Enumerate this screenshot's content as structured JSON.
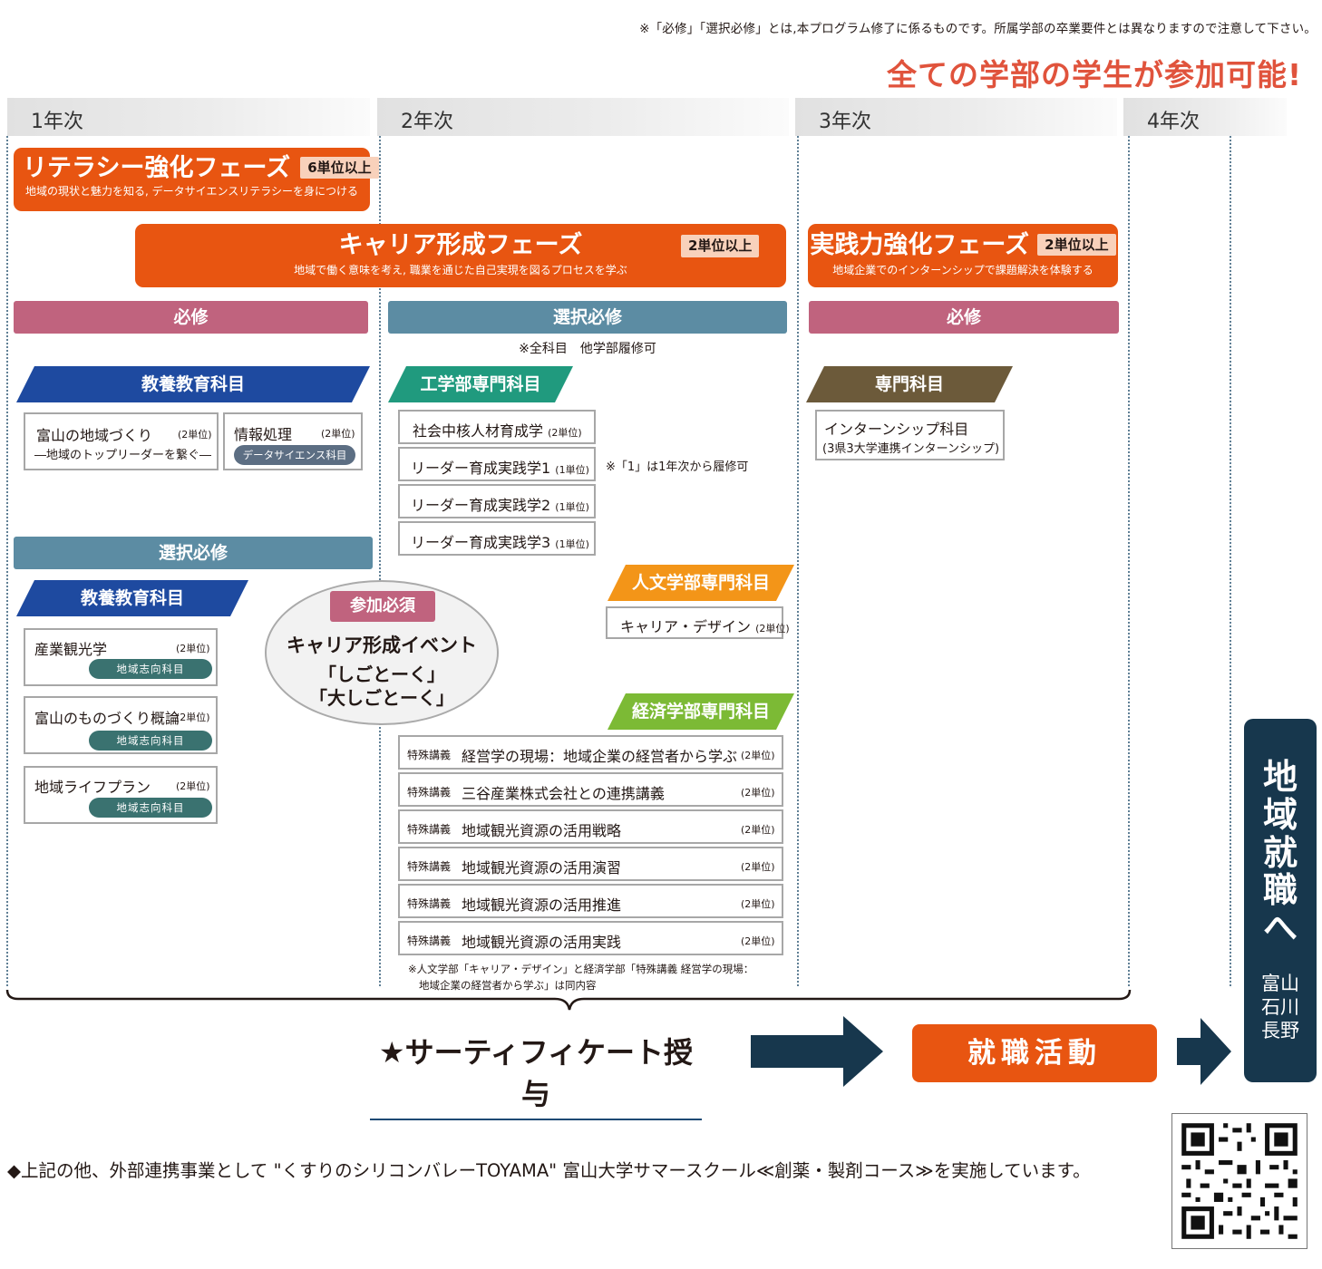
{
  "top_note": "※「必修」「選択必修」とは,本プログラム修了に係るものです。所属学部の卒業要件とは異なりますので注意して下さい。",
  "headline": "全ての学部の学生が参加可能!",
  "years": [
    "1年次",
    "2年次",
    "3年次",
    "4年次"
  ],
  "phases": {
    "literacy": {
      "title": "リテラシー強化フェーズ",
      "units": "6単位以上",
      "sub": "地域の現状と魅力を知る, データサイエンスリテラシーを身につける"
    },
    "career": {
      "title": "キャリア形成フェーズ",
      "units": "2単位以上",
      "sub": "地域で働く意味を考え, 職業を通じた自己実現を図るプロセスを学ぶ"
    },
    "practice": {
      "title": "実践力強化フェーズ",
      "units": "2単位以上",
      "sub": "地域企業でのインターンシップで課題解決を体験する"
    }
  },
  "requirement_bars": {
    "y1_required": "必修",
    "y2_elective": "選択必修",
    "y2_elective_note": "※全科目　他学部履修可",
    "y3_required": "必修",
    "y1_elective": "選択必修"
  },
  "y1_required_block": {
    "ribbon": "教養教育科目",
    "course1": {
      "name": "富山の地域づくり",
      "units": "(2単位)",
      "subtitle": "―地域のトップリーダーを繋ぐ―"
    },
    "course2": {
      "name": "情報処理",
      "units": "(2単位)",
      "tag": "データサイエンス科目"
    }
  },
  "y1_elective_block": {
    "ribbon": "教養教育科目",
    "courses": [
      {
        "name": "産業観光学",
        "units": "(2単位)",
        "tag": "地域志向科目"
      },
      {
        "name": "富山のものづくり概論",
        "units": "(2単位)",
        "tag": "地域志向科目"
      },
      {
        "name": "地域ライフプラン",
        "units": "(2単位)",
        "tag": "地域志向科目"
      }
    ]
  },
  "event": {
    "badge": "参加必須",
    "title": "キャリア形成イベント",
    "line1": "「しごとーく」",
    "line2": "「大しごとーく」"
  },
  "engineering": {
    "ribbon": "工学部専門科目",
    "courses": [
      {
        "name": "社会中核人材育成学",
        "units": "(2単位)"
      },
      {
        "name": "リーダー育成実践学1",
        "units": "(1単位)"
      },
      {
        "name": "リーダー育成実践学2",
        "units": "(1単位)"
      },
      {
        "name": "リーダー育成実践学3",
        "units": "(1単位)"
      }
    ],
    "note": "※「1」は1年次から履修可"
  },
  "humanities": {
    "ribbon": "人文学部専門科目",
    "course": {
      "name": "キャリア・デザイン",
      "units": "(2単位)"
    }
  },
  "economics": {
    "ribbon": "経済学部専門科目",
    "courses": [
      {
        "prefix": "特殊講義",
        "name": "経営学の現場：地域企業の経営者から学ぶ",
        "units": "(2単位)"
      },
      {
        "prefix": "特殊講義",
        "name": "三谷産業株式会社との連携講義",
        "units": "(2単位)"
      },
      {
        "prefix": "特殊講義",
        "name": "地域観光資源の活用戦略",
        "units": "(2単位)"
      },
      {
        "prefix": "特殊講義",
        "name": "地域観光資源の活用演習",
        "units": "(2単位)"
      },
      {
        "prefix": "特殊講義",
        "name": "地域観光資源の活用推進",
        "units": "(2単位)"
      },
      {
        "prefix": "特殊講義",
        "name": "地域観光資源の活用実践",
        "units": "(2単位)"
      }
    ],
    "note_line1": "※人文学部「キャリア・デザイン」と経済学部「特殊講義 経営学の現場：",
    "note_line2": "地域企業の経営者から学ぶ」は同内容"
  },
  "y3_block": {
    "ribbon": "専門科目",
    "course_name": "インターンシップ科目",
    "course_sub": "(3県3大学連携インターンシップ)"
  },
  "certificate": "★サーティフィケート授与",
  "job_hunting": "就職活動",
  "region": {
    "title_chars": [
      "地",
      "域",
      "就",
      "職",
      "へ"
    ],
    "prefectures": [
      "富山",
      "石川",
      "長野"
    ]
  },
  "bottom_note": "◆上記の他、外部連携事業として \"くすりのシリコンバレーTOYAMA\" 富山大学サマースクール≪創薬・製剤コース≫を実施しています。",
  "colors": {
    "phase_orange": "#e85511",
    "required_pink": "#c0637e",
    "elective_teal": "#5c8ca3",
    "general_blue": "#1e4aa0",
    "eng_green": "#209a7e",
    "hum_orange": "#f39518",
    "eco_green": "#7cba35",
    "spec_brown": "#6c5a3a",
    "navy": "#17374d",
    "headline_red": "#e0533c"
  },
  "icons": [
    "curly-brace",
    "arrow-right-icon",
    "qr-code"
  ]
}
